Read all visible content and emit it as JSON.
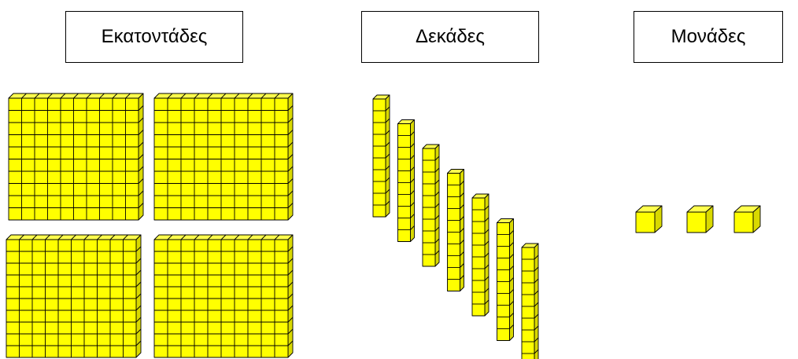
{
  "headers": {
    "hundreds": "Εκατοντάδες",
    "tens": "Δεκάδες",
    "units": "Μονάδες"
  },
  "counts": {
    "hundreds": 4,
    "tens": 7,
    "units": 3
  },
  "colors": {
    "cube_front": "#ffff00",
    "cube_top": "#ffff4d",
    "cube_side": "#d9d900",
    "outline": "#000000"
  }
}
